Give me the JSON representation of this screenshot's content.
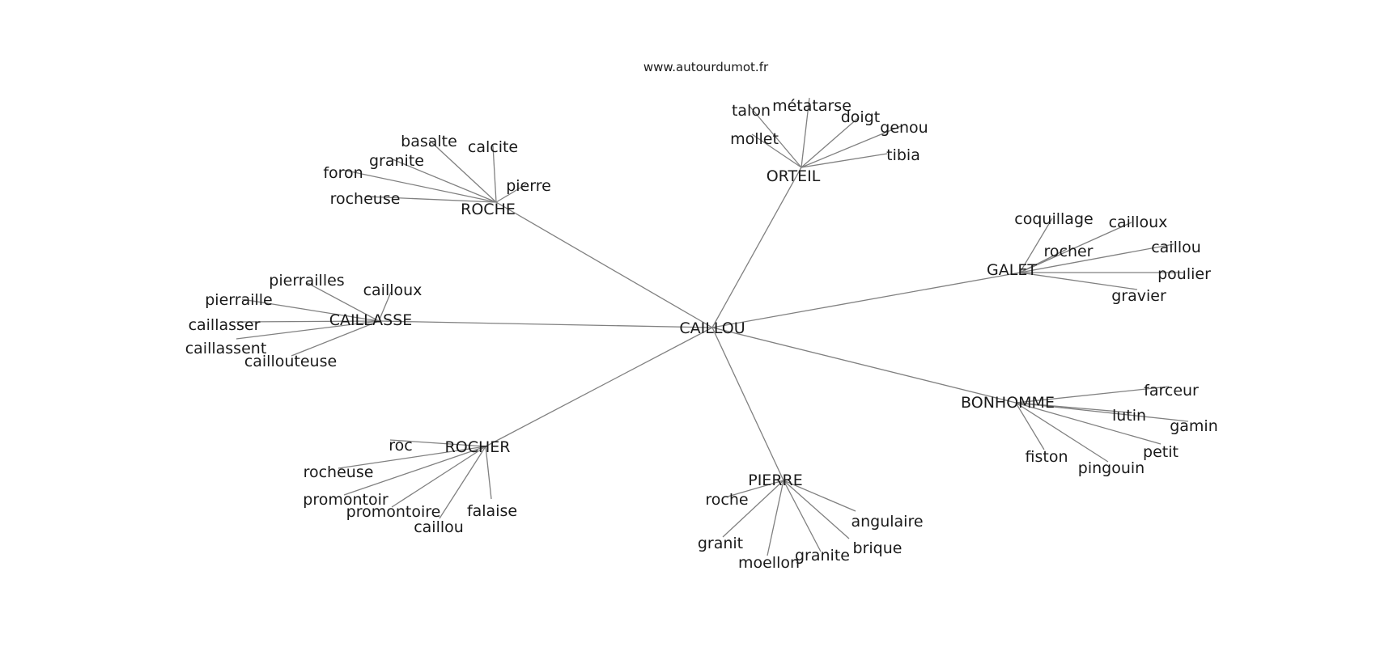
{
  "site": "www.autourdumot.fr",
  "center": "CAILLOU",
  "clusters": [
    {
      "hub": "ORTEIL",
      "words": [
        "talon",
        "métatarse",
        "doigt",
        "genou",
        "mollet",
        "tibia"
      ]
    },
    {
      "hub": "ROCHE",
      "words": [
        "basalte",
        "calcite",
        "granite",
        "foron",
        "pierre",
        "rocheuse"
      ]
    },
    {
      "hub": "GALET",
      "words": [
        "coquillage",
        "cailloux",
        "rocher",
        "caillou",
        "poulier",
        "gravier"
      ]
    },
    {
      "hub": "CAILLASSE",
      "words": [
        "pierrailles",
        "cailloux",
        "pierraille",
        "caillasser",
        "caillassent",
        "caillouteuse"
      ]
    },
    {
      "hub": "BONHOMME",
      "words": [
        "farceur",
        "lutin",
        "gamin",
        "petit",
        "fiston",
        "pingouin"
      ]
    },
    {
      "hub": "ROCHER",
      "words": [
        "roc",
        "rocheuse",
        "promontoir",
        "promontoire",
        "falaise",
        "caillou"
      ]
    },
    {
      "hub": "PIERRE",
      "words": [
        "roche",
        "angulaire",
        "granit",
        "brique",
        "moellon",
        "granite"
      ]
    }
  ]
}
